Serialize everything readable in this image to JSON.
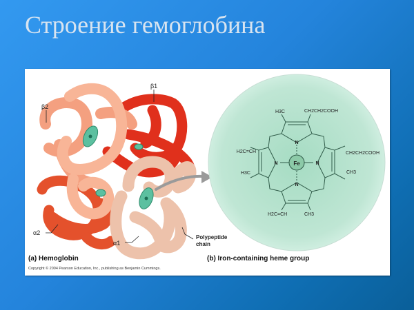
{
  "slide": {
    "title": "Строение гемоглобина"
  },
  "figure": {
    "part_a": {
      "caption": "(a) Hemoglobin",
      "labels": {
        "beta1": "β1",
        "beta2": "β2",
        "alpha1": "α1",
        "alpha2": "α2",
        "polypeptide_line1": "Polypeptide",
        "polypeptide_line2": "chain"
      }
    },
    "part_b": {
      "caption": "(b)  Iron-containing heme group",
      "center_atom": "Fe",
      "nitrogen": "N",
      "substituents": {
        "top_left": "H3C",
        "top_right": "CH2CH2COOH",
        "right_top": "CH2CH2COOH",
        "right_bottom": "CH3",
        "left_top": "H2C=CH",
        "left_bottom": "H3C",
        "bottom_left": "H2C=CH",
        "bottom_right": "CH3"
      }
    },
    "copyright": "Copyright © 2004 Pearson Education, Inc., publishing as Benjamin Cummings."
  },
  "colors": {
    "background_light": "#3399f0",
    "background_dark": "#0a5f99",
    "title": "#d8e4f0",
    "heme_circle": "#b7e2cf",
    "beta_chain_red": "#e8341f",
    "alpha_chain_orange": "#e8552f",
    "beta2_salmon": "#f5a385",
    "alpha1_peach": "#f0c6b0",
    "heme_disc": "#4fb797"
  }
}
